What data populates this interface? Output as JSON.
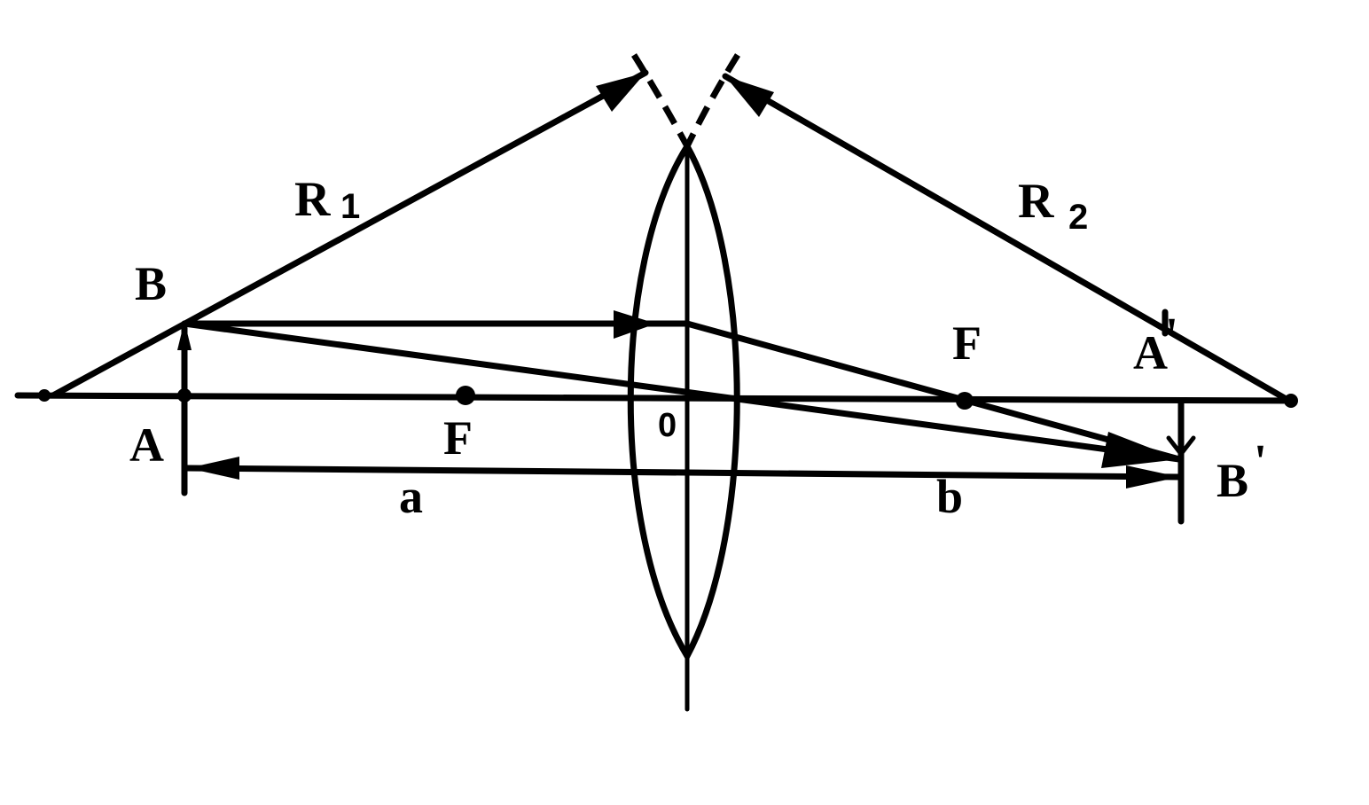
{
  "labels": {
    "radius1": "R",
    "radius1_sub": "1",
    "radius2": "R",
    "radius2_sub": "2",
    "object_top": "B",
    "object_base": "A",
    "focus_left": "F",
    "focus_right": "F",
    "center": "0",
    "image_base": "A",
    "image_base_mark": "'",
    "image_top": "B",
    "image_top_mark": "'",
    "object_distance": "a",
    "image_distance": "b"
  },
  "colors": {
    "ink": "#000000",
    "paper": "#ffffff"
  }
}
